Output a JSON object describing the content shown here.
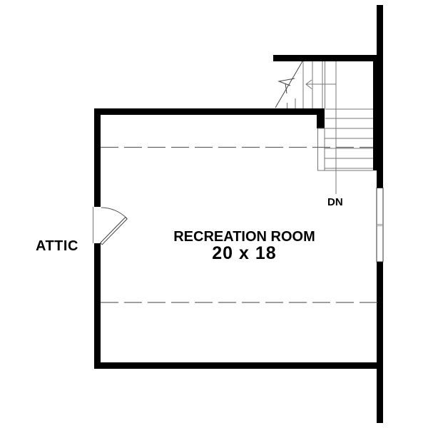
{
  "plan": {
    "room": {
      "name": "RECREATION ROOM",
      "dimensions": "20 x 18"
    },
    "adjacent_space_label": "ATTIC",
    "stair_label": "DN"
  },
  "colors": {
    "wall": "#000000",
    "bg": "#ffffff",
    "thin": "#777777",
    "dash": "#666666",
    "text": "#000000"
  }
}
